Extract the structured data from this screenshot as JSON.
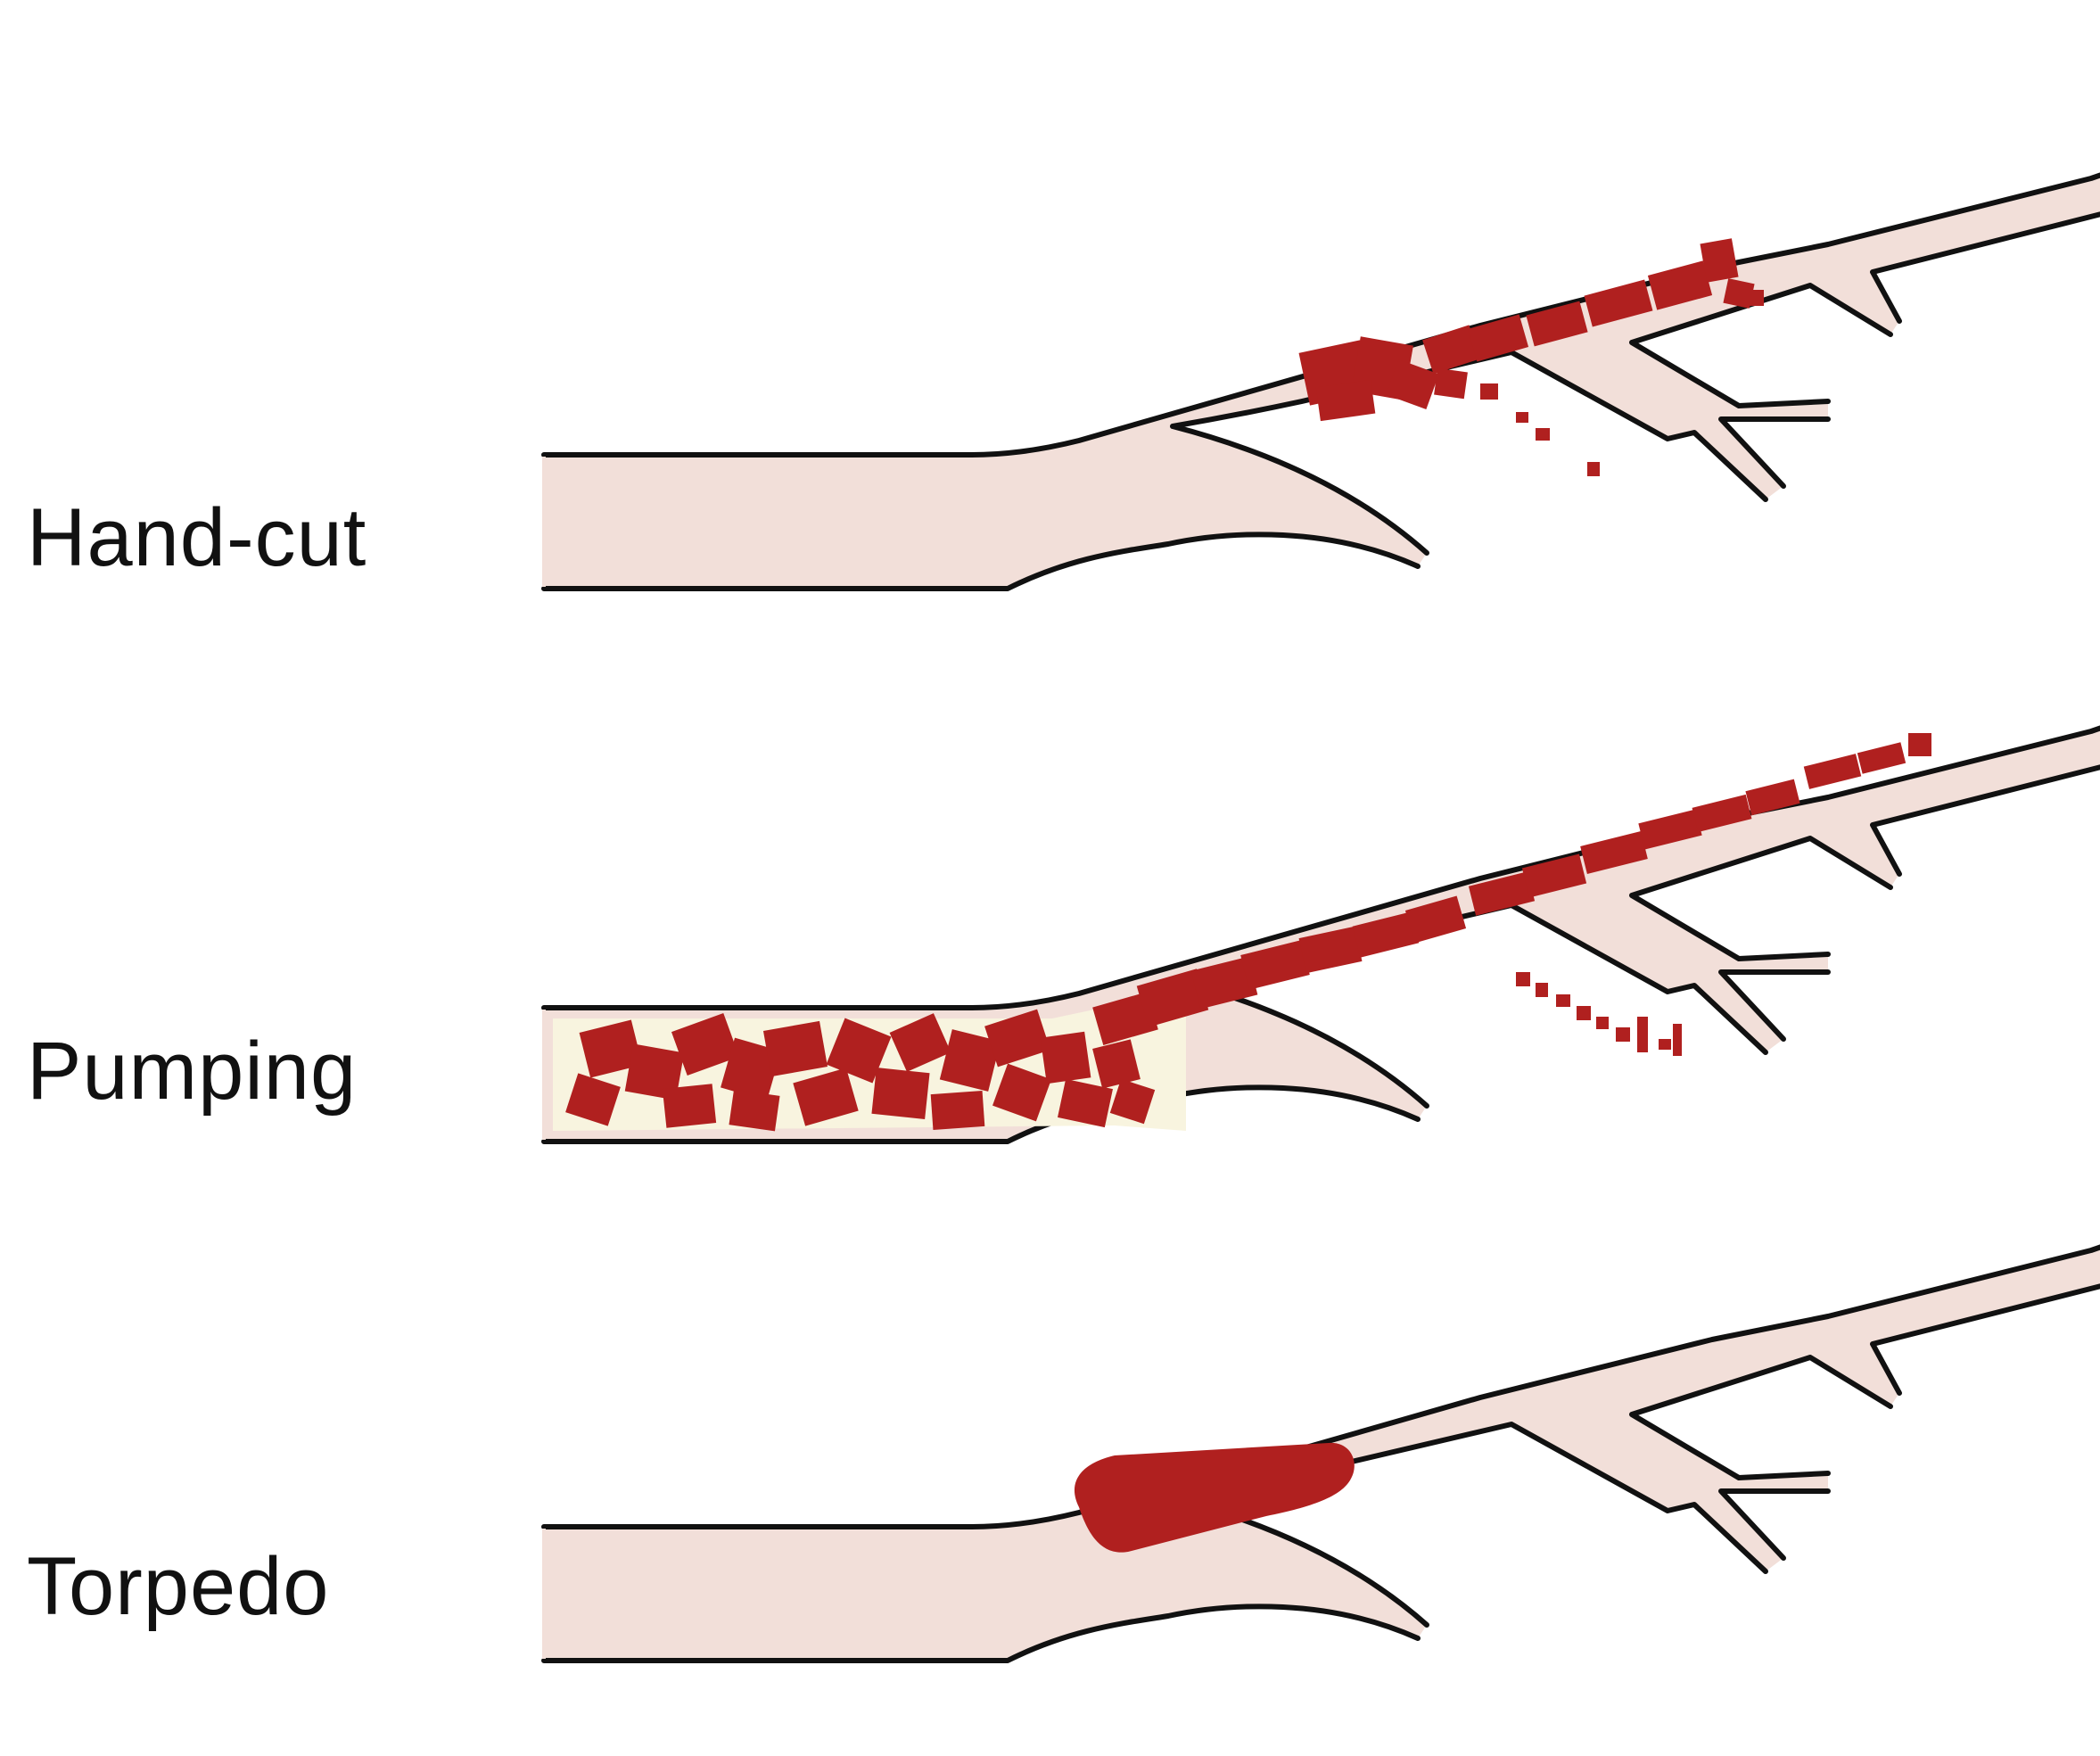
{
  "labels": {
    "hand_cut": "Hand-cut",
    "pumping": "Pumping",
    "torpedo": "Torpedo"
  },
  "colors": {
    "vessel_fill": "#f2dfd9",
    "vessel_outline": "#111111",
    "clot": "#b0201f",
    "interstitial": "#f8f4df",
    "background": "#ffffff"
  }
}
